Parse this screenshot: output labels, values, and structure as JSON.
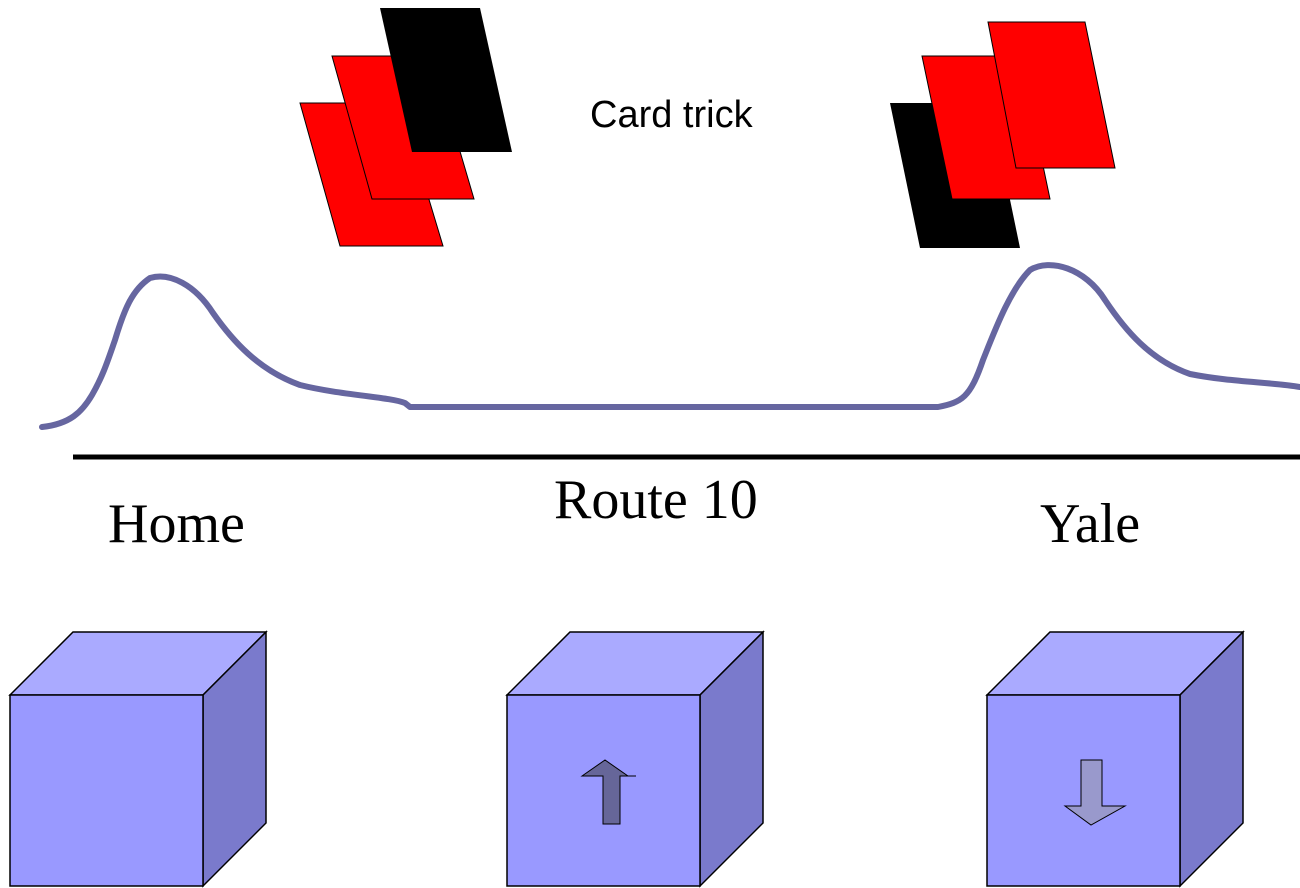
{
  "title": "Card trick",
  "locations": {
    "home": "Home",
    "route": "Route 10",
    "yale": "Yale"
  },
  "colors": {
    "card_red": "#ff0000",
    "card_black": "#000000",
    "curve": "#6666a0",
    "baseline": "#000000",
    "cube_front": "#9999ff",
    "cube_top": "#aaaaff",
    "cube_side": "#7a7acc",
    "arrow_up": "#666699",
    "arrow_down": "#9999cc"
  },
  "icons": {
    "left_cards": "card-stack-icon",
    "right_cards": "card-stack-icon",
    "up_arrow": "arrow-up-icon",
    "down_arrow": "arrow-down-icon"
  }
}
